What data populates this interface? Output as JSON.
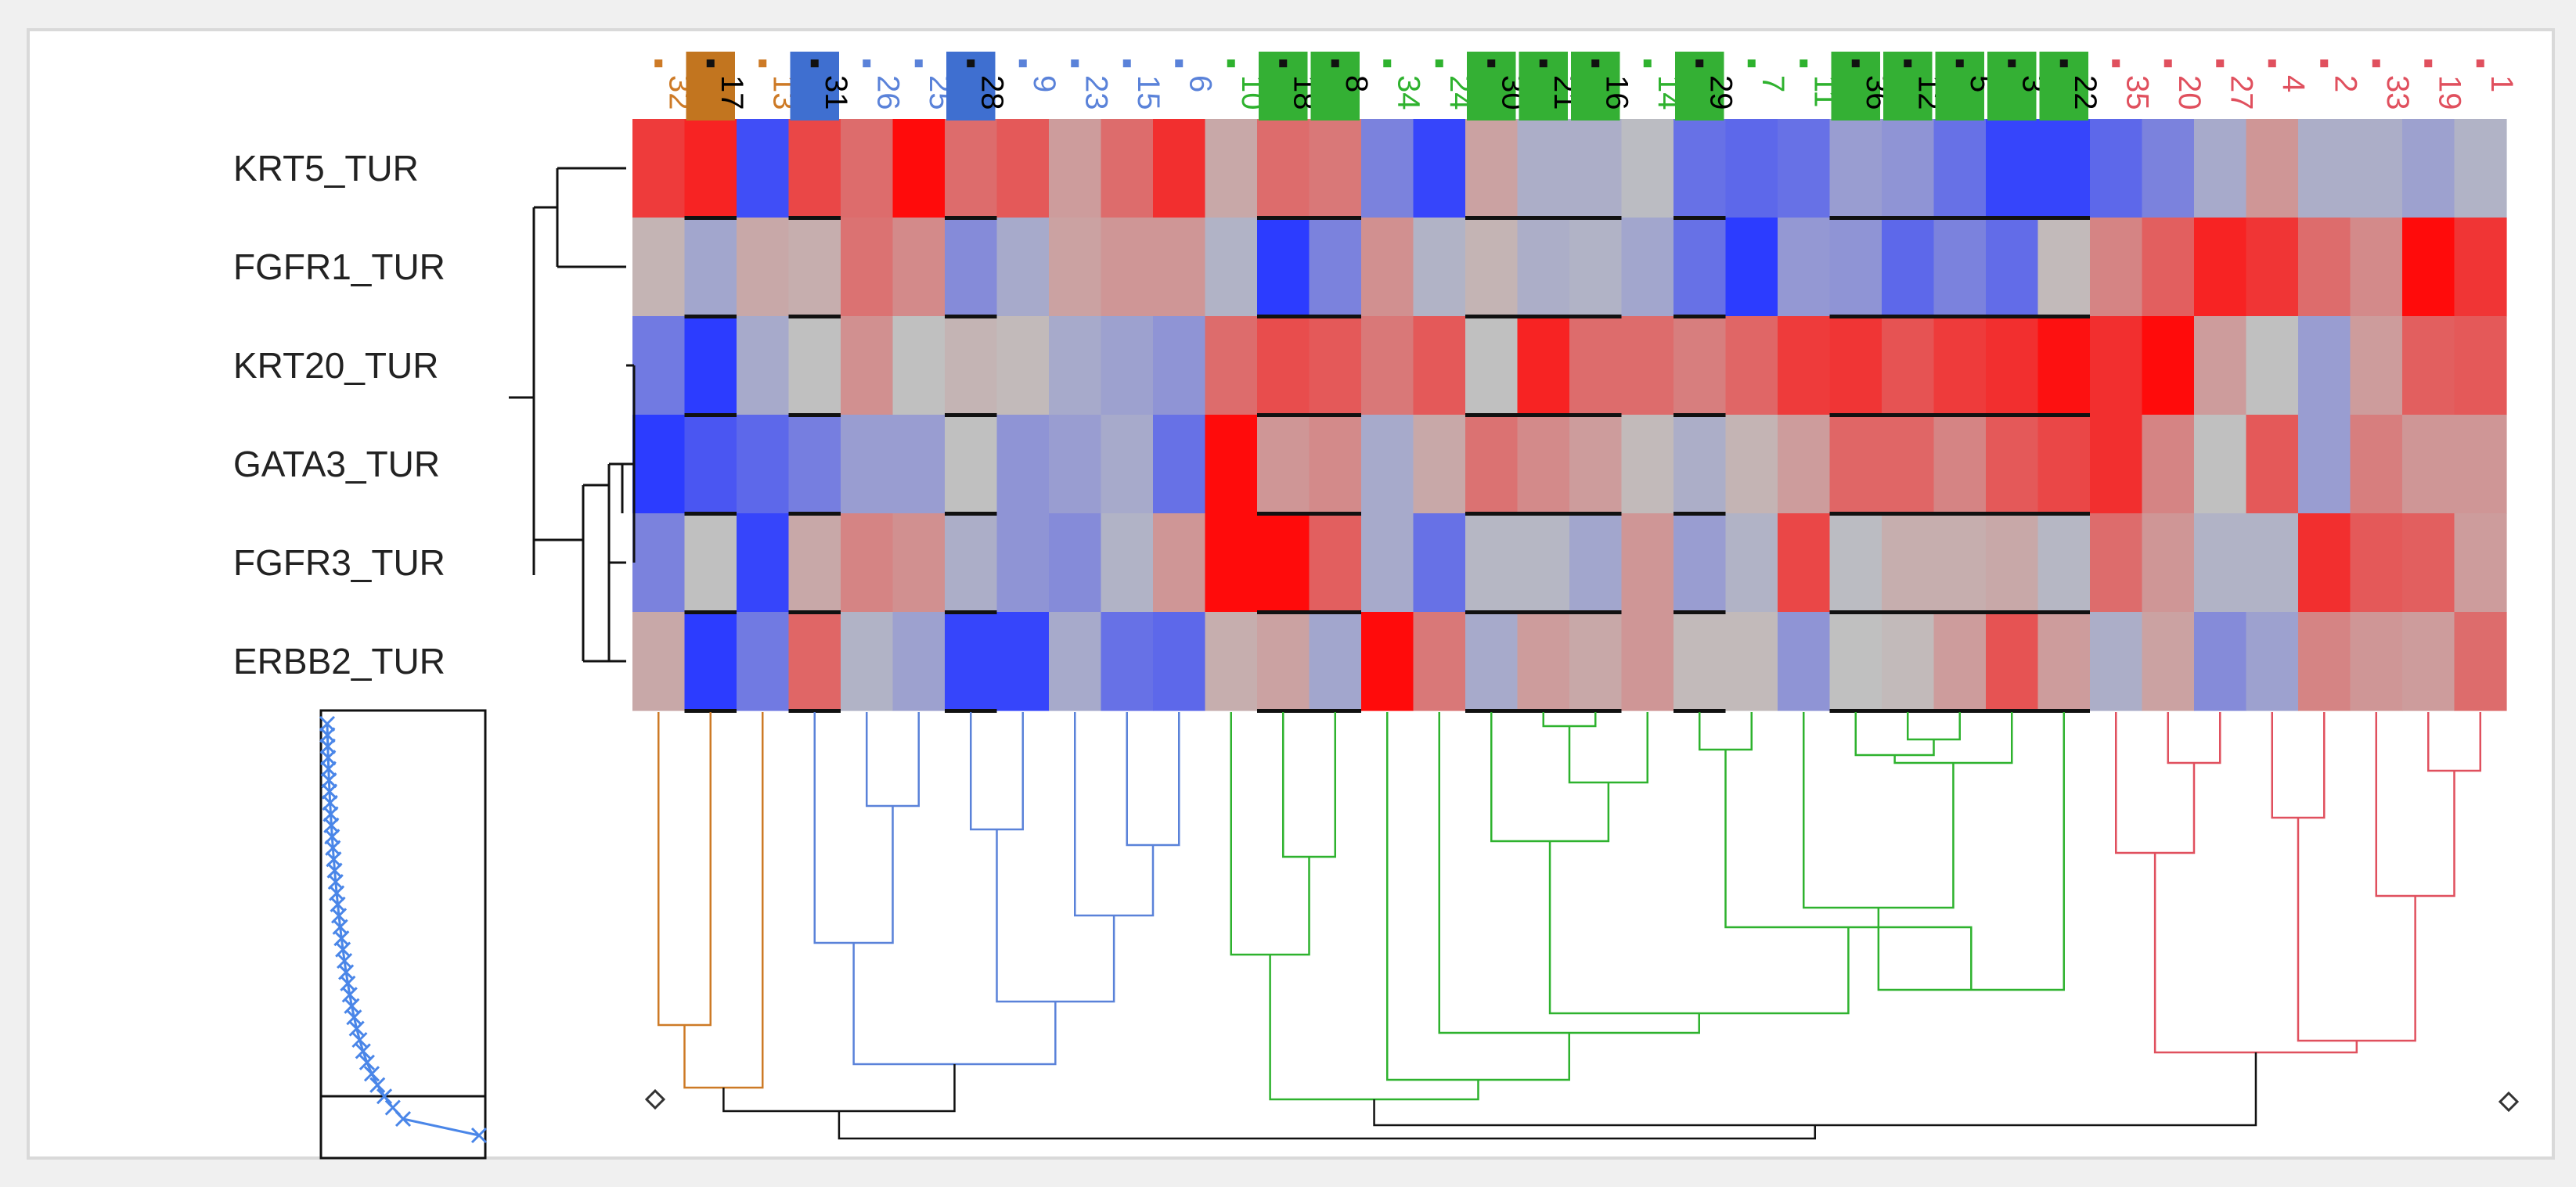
{
  "chart_data": {
    "type": "heatmap",
    "rows": [
      "KRT5_TUR",
      "FGFR1_TUR",
      "KRT20_TUR",
      "GATA3_TUR",
      "FGFR3_TUR",
      "ERBB2_TUR"
    ],
    "columns": [
      "32",
      "17",
      "13",
      "31",
      "26",
      "25",
      "28",
      "9",
      "23",
      "15",
      "6",
      "10",
      "18",
      "8",
      "34",
      "24",
      "30",
      "21",
      "16",
      "14",
      "29",
      "7",
      "11",
      "36",
      "12",
      "5",
      "3",
      "22",
      "35",
      "20",
      "27",
      "4",
      "2",
      "33",
      "19",
      "1"
    ],
    "column_clusters": [
      "orange",
      "orange",
      "orange",
      "blue",
      "blue",
      "blue",
      "blue",
      "blue",
      "blue",
      "blue",
      "blue",
      "green",
      "green",
      "green",
      "green",
      "green",
      "green",
      "green",
      "green",
      "green",
      "green",
      "green",
      "green",
      "green",
      "green",
      "green",
      "green",
      "green",
      "red",
      "red",
      "red",
      "red",
      "red",
      "red",
      "red",
      "red"
    ],
    "selected_columns": [
      "17",
      "31",
      "28",
      "18",
      "8",
      "30",
      "21",
      "16",
      "29",
      "36",
      "12",
      "5",
      "3",
      "22"
    ],
    "values": [
      [
        2.2,
        2.6,
        -2.6,
        2.0,
        1.4,
        3.0,
        1.4,
        1.7,
        0.6,
        1.4,
        2.4,
        0.4,
        1.4,
        1.2,
        -1.4,
        -2.8,
        0.5,
        -0.4,
        -0.4,
        -0.1,
        -1.8,
        -2.0,
        -1.8,
        -0.8,
        -1.0,
        -1.8,
        -2.8,
        -2.8,
        -2.0,
        -1.4,
        -0.5,
        0.7,
        -0.4,
        -0.4,
        -0.7,
        -0.3
      ],
      [
        0.2,
        -0.6,
        0.4,
        0.3,
        1.3,
        0.9,
        -1.2,
        -0.5,
        0.5,
        0.7,
        0.7,
        -0.3,
        -3.0,
        -1.4,
        0.8,
        -0.3,
        0.2,
        -0.4,
        -0.3,
        -0.6,
        -1.8,
        -3.0,
        -0.9,
        -1.0,
        -2.0,
        -1.4,
        -1.9,
        0.1,
        1.0,
        1.6,
        2.6,
        2.3,
        1.4,
        0.9,
        3.0,
        2.3
      ],
      [
        -1.6,
        -3.0,
        -0.5,
        0.0,
        0.8,
        0.0,
        0.2,
        0.1,
        -0.5,
        -0.7,
        -1.0,
        1.4,
        1.9,
        1.7,
        1.2,
        1.7,
        0.0,
        2.6,
        1.4,
        1.4,
        1.1,
        1.5,
        2.2,
        2.3,
        1.8,
        2.2,
        2.4,
        2.9,
        2.4,
        3.0,
        0.6,
        0.0,
        -0.8,
        0.6,
        1.6,
        1.7
      ],
      [
        -3.0,
        -2.4,
        -2.0,
        -1.5,
        -0.8,
        -0.8,
        0.0,
        -1.0,
        -0.8,
        -0.5,
        -1.8,
        3.0,
        0.7,
        0.9,
        -0.5,
        0.4,
        1.3,
        0.9,
        0.6,
        0.1,
        -0.4,
        0.2,
        0.6,
        1.5,
        1.5,
        1.0,
        1.7,
        2.0,
        2.4,
        1.0,
        0.0,
        1.7,
        -0.8,
        1.1,
        0.7,
        0.7
      ],
      [
        -1.4,
        0.0,
        -2.8,
        0.4,
        1.0,
        0.8,
        -0.4,
        -1.0,
        -1.2,
        -0.3,
        0.7,
        3.0,
        3.0,
        1.6,
        -0.5,
        -1.8,
        -0.2,
        -0.2,
        -0.6,
        0.7,
        -0.8,
        -0.3,
        2.0,
        -0.1,
        0.3,
        0.3,
        0.4,
        -0.2,
        1.4,
        0.7,
        -0.3,
        -0.3,
        2.4,
        1.7,
        1.6,
        0.6
      ],
      [
        0.4,
        -3.0,
        -1.6,
        1.5,
        -0.3,
        -0.7,
        -2.8,
        -2.8,
        -0.5,
        -1.8,
        -2.0,
        0.3,
        0.5,
        -0.6,
        3.0,
        1.2,
        -0.5,
        0.6,
        0.4,
        0.7,
        0.1,
        0.1,
        -1.0,
        0.0,
        0.1,
        0.6,
        1.8,
        0.6,
        -0.4,
        0.5,
        -1.2,
        -0.7,
        1.0,
        0.7,
        0.6,
        1.4
      ]
    ],
    "value_range": [
      -3,
      3
    ],
    "colors": {
      "low": "#2c3cff",
      "mid": "#c0c0c0",
      "high": "#ff0b0b",
      "orange": "#cd7a26",
      "blue": "#5a82d9",
      "green": "#2eb22e",
      "red": "#e0505e",
      "selected_orange": "#c2751f",
      "selected_blue": "#3f6fd0",
      "selected_green": "#34b034",
      "selected_red": "#d84652"
    }
  }
}
